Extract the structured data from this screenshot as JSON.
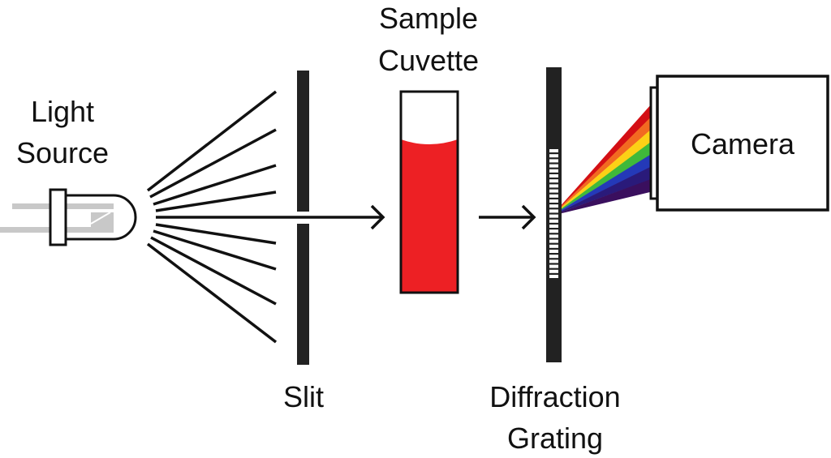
{
  "labels": {
    "light_source_line1": "Light",
    "light_source_line2": "Source",
    "sample_line1": "Sample",
    "sample_line2": "Cuvette",
    "camera": "Camera",
    "slit": "Slit",
    "grating_line1": "Diffraction",
    "grating_line2": "Grating"
  },
  "colors": {
    "sample_liquid": "#ed2024",
    "spectrum": [
      "#d40f14",
      "#f26a21",
      "#fcd116",
      "#3fb93a",
      "#2439b8",
      "#2a1a7a",
      "#3a0f5e"
    ]
  }
}
